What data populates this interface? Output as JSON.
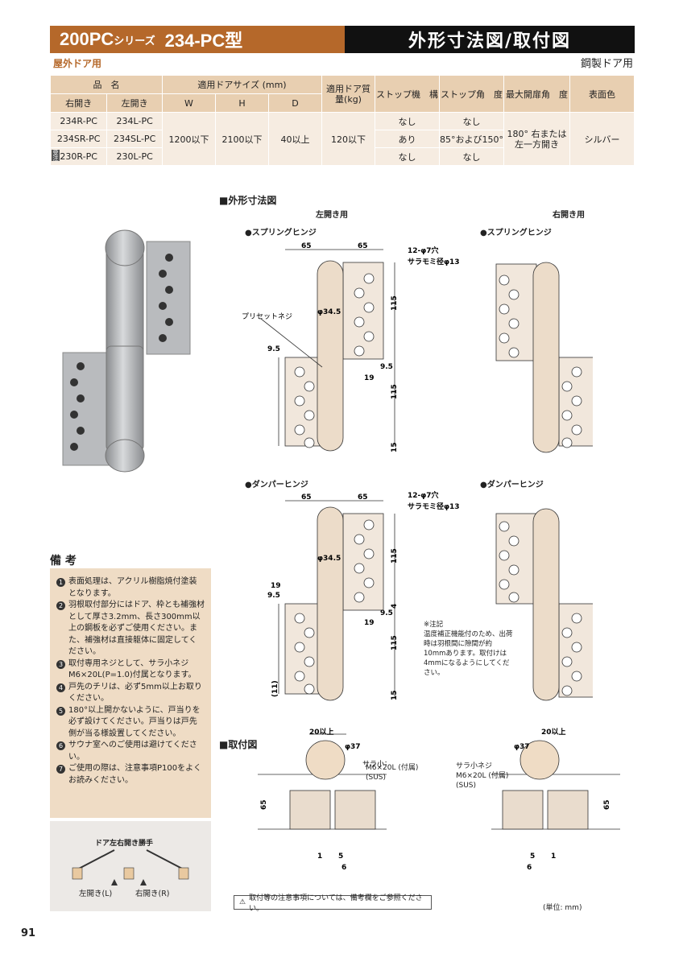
{
  "header": {
    "series": "200PC",
    "series_suffix": "シリーズ",
    "model": "234-PC型",
    "section": "外形寸法図/取付図",
    "outdoor": "屋外ドア用",
    "steel": "鋼製ドア用"
  },
  "table": {
    "h_name": "品　名",
    "h_door_size": "適用ドアサイズ (mm)",
    "h_weight": "適用ドア質量(kg)",
    "h_stop_mech": "ストップ機　構",
    "h_stop_angle": "ストップ角　度",
    "h_max_open": "最大開扉角　度",
    "h_color": "表面色",
    "h_right": "右開き",
    "h_left": "左開き",
    "h_w": "W",
    "h_h": "H",
    "h_d": "D",
    "rows": [
      {
        "right": "234R-PC",
        "left": "234L-PC",
        "stop_mech": "なし",
        "stop_angle": "なし"
      },
      {
        "right": "234SR-PC",
        "left": "234SL-PC",
        "stop_mech": "あり",
        "stop_angle": "85°および150°"
      },
      {
        "right": "230R-PC",
        "left": "230L-PC",
        "stop_mech": "なし",
        "stop_angle": "なし",
        "note": "受注"
      }
    ],
    "w": "1200以下",
    "h": "2100以下",
    "d": "40以上",
    "weight": "120以下",
    "max_open": "180° 右または左一方開き",
    "color": "シルバー"
  },
  "drawings": {
    "outline_title": "■外形寸法図",
    "left_open": "左開き用",
    "right_open": "右開き用",
    "spring": "●スプリングヒンジ",
    "damper": "●ダンパーヒンジ",
    "holes": "12-φ7穴",
    "countersink": "サラモミ径φ13",
    "preset": "プリセットネジ",
    "dia": "φ34.5",
    "dim_65": "65",
    "dim_95": "9.5",
    "dim_19": "19",
    "dim_115": "115",
    "dim_15": "15",
    "dim_4": "4",
    "dim_11": "(11)",
    "note_title": "※注記",
    "note_text": "温度補正機能付のため、出荷時は羽根間に隙間が約10mmあります。取付けは4mmになるようにしてください。",
    "mount_title": "■取付図",
    "mount_20": "20以上",
    "mount_37": "φ37",
    "screw": "サラ小ネジ",
    "screw_spec": "M6×20L (付属)",
    "sus": "(SUS)",
    "dim_1": "1",
    "dim_5": "5",
    "dim_6": "6"
  },
  "notes": {
    "title": "備 考",
    "items": [
      "表面処理は、アクリル樹脂焼付塗装となります。",
      "羽根取付部分にはドア、枠とも補強材として厚さ3.2mm、長さ300mm以上の鋼板を必ずご使用ください。また、補強材は直接躯体に固定してください。",
      "取付専用ネジとして、サラ小ネジM6×20L(P=1.0)付属となります。",
      "戸先のチリは、必ず5mm以上お取りください。",
      "180°以上開かないように、戸当りを必ず設けてください。戸当りは戸先側が当る様設置してください。",
      "サウナ室へのご使用は避けてください。",
      "ご使用の際は、注意事項P100をよくお読みください。"
    ],
    "nums": [
      "1",
      "2",
      "3",
      "4",
      "5",
      "6",
      "7"
    ]
  },
  "door_diagram": {
    "title": "ドア左右開き勝手",
    "left": "左開き(L)",
    "right": "右開き(R)"
  },
  "footer": {
    "warning": "取付等の注意事項については、備考欄をご参照ください。",
    "unit": "(単位: mm)",
    "page": "91"
  }
}
